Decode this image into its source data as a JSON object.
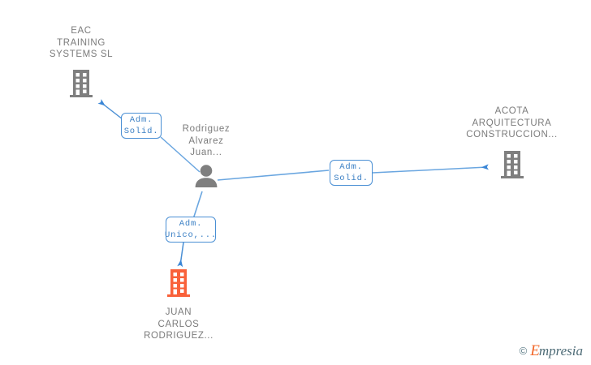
{
  "diagram": {
    "title": "Corporate relationship graph",
    "colors": {
      "edge": "#4a8fd4",
      "box_border": "#4a8fd4",
      "box_text": "#3a7fc4",
      "company_gray": "#7f7f7f",
      "company_orange": "#f9613a",
      "person_gray": "#7f7f7f",
      "label_text": "#7b7b7b",
      "background": "#ffffff"
    },
    "nodes": [
      {
        "id": "eac",
        "type": "company",
        "icon": "building-icon",
        "icon_color": "#7f7f7f",
        "label": "EAC\nTRAINING\nSYSTEMS SL"
      },
      {
        "id": "person",
        "type": "person",
        "icon": "person-icon",
        "icon_color": "#7f7f7f",
        "label": "Rodriguez\nAlvarez\nJuan..."
      },
      {
        "id": "acota",
        "type": "company",
        "icon": "building-icon",
        "icon_color": "#7f7f7f",
        "label": "ACOTA\nARQUITECTURA\nCONSTRUCCION..."
      },
      {
        "id": "juan-carlos",
        "type": "company",
        "icon": "building-icon",
        "icon_color": "#f9613a",
        "label": "JUAN\nCARLOS\nRODRIGUEZ..."
      }
    ],
    "edges": [
      {
        "id": "edge-person-eac",
        "from": "person",
        "to": "eac",
        "role_label": "Adm.\nSolid."
      },
      {
        "id": "edge-person-acota",
        "from": "person",
        "to": "acota",
        "role_label": "Adm.\nSolid."
      },
      {
        "id": "edge-person-juancarlos",
        "from": "person",
        "to": "juan-carlos",
        "role_label": "Adm.\nUnico,..."
      }
    ]
  },
  "watermark": {
    "copyright": "©",
    "brand_initial": "E",
    "brand_rest": "mpresia"
  }
}
